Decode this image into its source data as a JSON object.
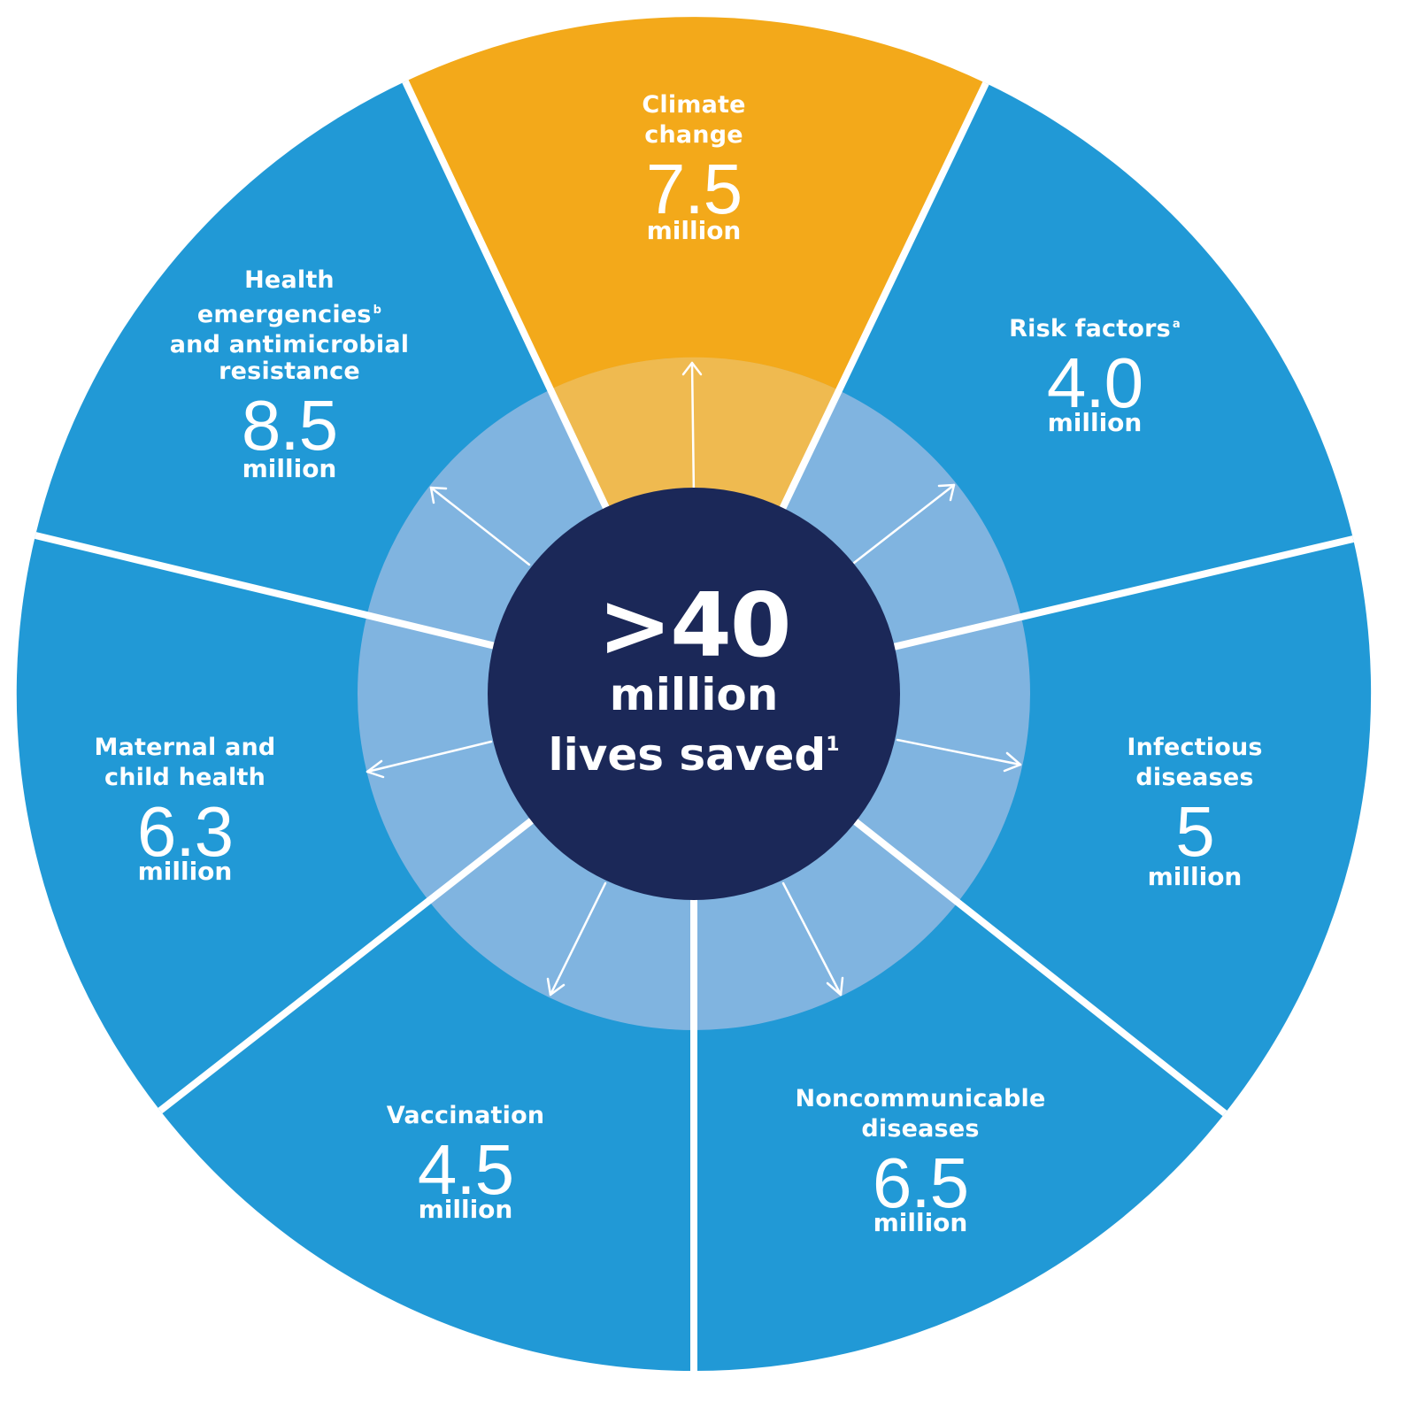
{
  "colors": {
    "segment_blue": "#2199D6",
    "segment_highlight": "#F3A91A",
    "inner_ring_blue": "#80B4E0",
    "inner_ring_highlight": "#EFBA50",
    "core_navy": "#1B2858",
    "divider": "#FFFFFF",
    "text": "#FFFFFF"
  },
  "center": {
    "value": ">40",
    "unit": "million",
    "caption": "lives saved",
    "footnote": "1"
  },
  "segments": [
    {
      "title_lines": [
        "Climate",
        "change"
      ],
      "footnote": "",
      "value": "7.5",
      "unit": "million",
      "highlight": true
    },
    {
      "title_lines": [
        "Risk factors"
      ],
      "footnote": "a",
      "value": "4.0",
      "unit": "million",
      "highlight": false
    },
    {
      "title_lines": [
        "Infectious",
        "diseases"
      ],
      "footnote": "",
      "value": "5",
      "unit": "million",
      "highlight": false
    },
    {
      "title_lines": [
        "Noncommunicable",
        "diseases"
      ],
      "footnote": "",
      "value": "6.5",
      "unit": "million",
      "highlight": false
    },
    {
      "title_lines": [
        "Vaccination"
      ],
      "footnote": "",
      "value": "4.5",
      "unit": "million",
      "highlight": false
    },
    {
      "title_lines": [
        "Maternal and",
        "child health"
      ],
      "footnote": "",
      "value": "6.3",
      "unit": "million",
      "highlight": false
    },
    {
      "title_lines": [
        "Health",
        "emergencies",
        "and antimicrobial",
        "resistance"
      ],
      "footnote": "b",
      "value": "8.5",
      "unit": "million",
      "highlight": false
    }
  ],
  "chart_data": {
    "type": "pie",
    "title": ">40 million lives saved",
    "center_label": ">40 million lives saved",
    "categories": [
      "Climate change",
      "Risk factors",
      "Infectious diseases",
      "Noncommunicable diseases",
      "Vaccination",
      "Maternal and child health",
      "Health emergencies and antimicrobial resistance"
    ],
    "values": [
      7.5,
      4.0,
      5,
      6.5,
      4.5,
      6.3,
      8.5
    ],
    "unit": "million lives",
    "footnotes": {
      "Risk factors": "a",
      "Health emergencies": "b",
      "lives saved": "1"
    },
    "highlighted": "Climate change",
    "note": "Segment areas are drawn as unequal wedges; values are displayed as labels, not proportional to angles"
  }
}
